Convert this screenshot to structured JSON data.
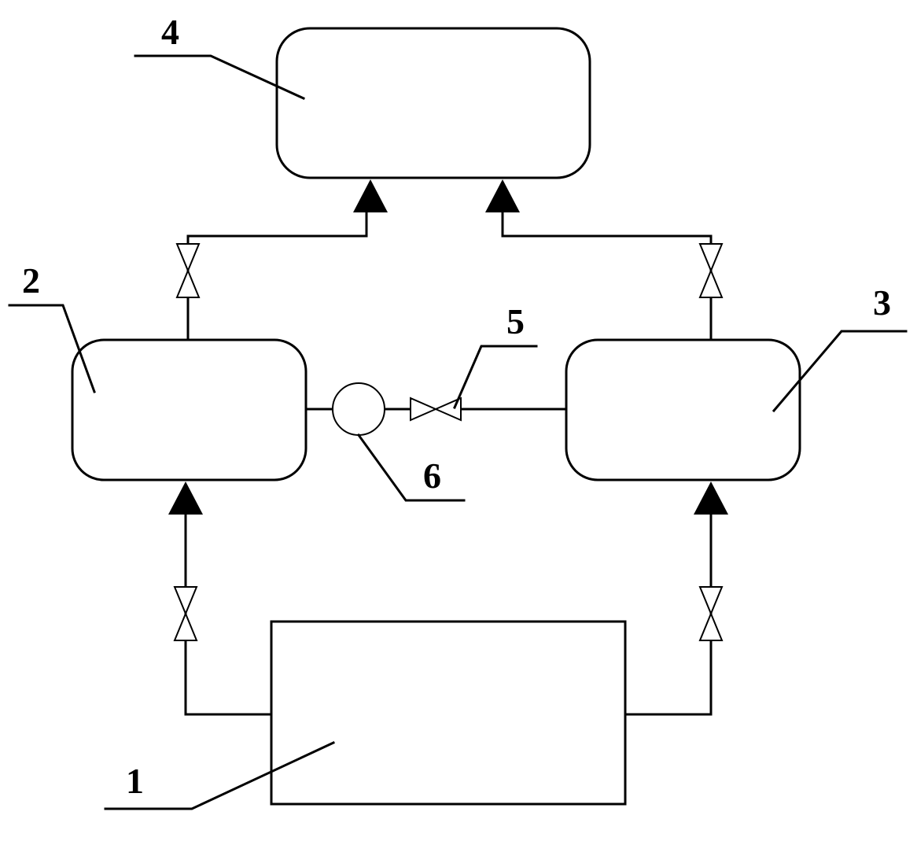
{
  "labels": {
    "component_1": "1",
    "component_2": "2",
    "component_3": "3",
    "component_4": "4",
    "component_5": "5",
    "component_6": "6"
  }
}
